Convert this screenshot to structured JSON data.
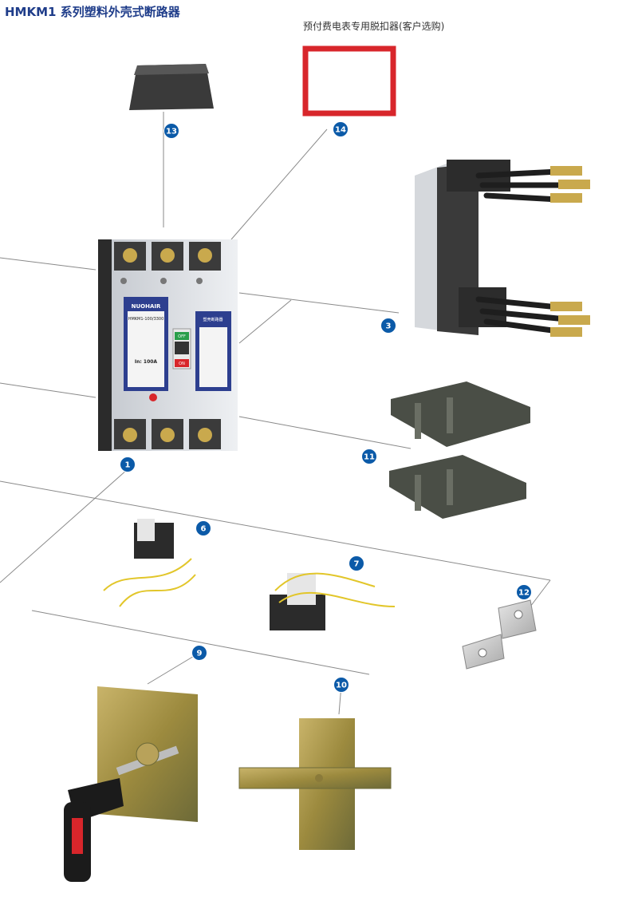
{
  "header": {
    "title": "HMKM1 系列塑料外壳式断路器",
    "note": "预付费电表专用脱扣器(客户选购)"
  },
  "breaker": {
    "brand": "NUOHAIR",
    "model": "HMKM1-100/3300",
    "rating": "In: 100A",
    "off_label": "OFF",
    "on_label": "ON",
    "side_title": "塑壳断路器"
  },
  "callouts": [
    {
      "id": "1",
      "part": "main-breaker"
    },
    {
      "id": "3",
      "part": "rear-terminal-connectors"
    },
    {
      "id": "6",
      "part": "auxiliary-contact"
    },
    {
      "id": "7",
      "part": "shunt-release"
    },
    {
      "id": "9",
      "part": "rotary-handle-mechanism"
    },
    {
      "id": "10",
      "part": "manual-operating-mechanism"
    },
    {
      "id": "11",
      "part": "phase-barriers"
    },
    {
      "id": "12",
      "part": "connection-plate"
    },
    {
      "id": "13",
      "part": "terminal-cover"
    },
    {
      "id": "14",
      "part": "prepaid-meter-trip-unit"
    }
  ],
  "colors": {
    "title": "#1f3d8a",
    "frame_red": "#d8262b",
    "badge_blue": "#0b5aa8",
    "breaker_body": "#d9dde3",
    "breaker_panel": "#2d3f8f"
  }
}
